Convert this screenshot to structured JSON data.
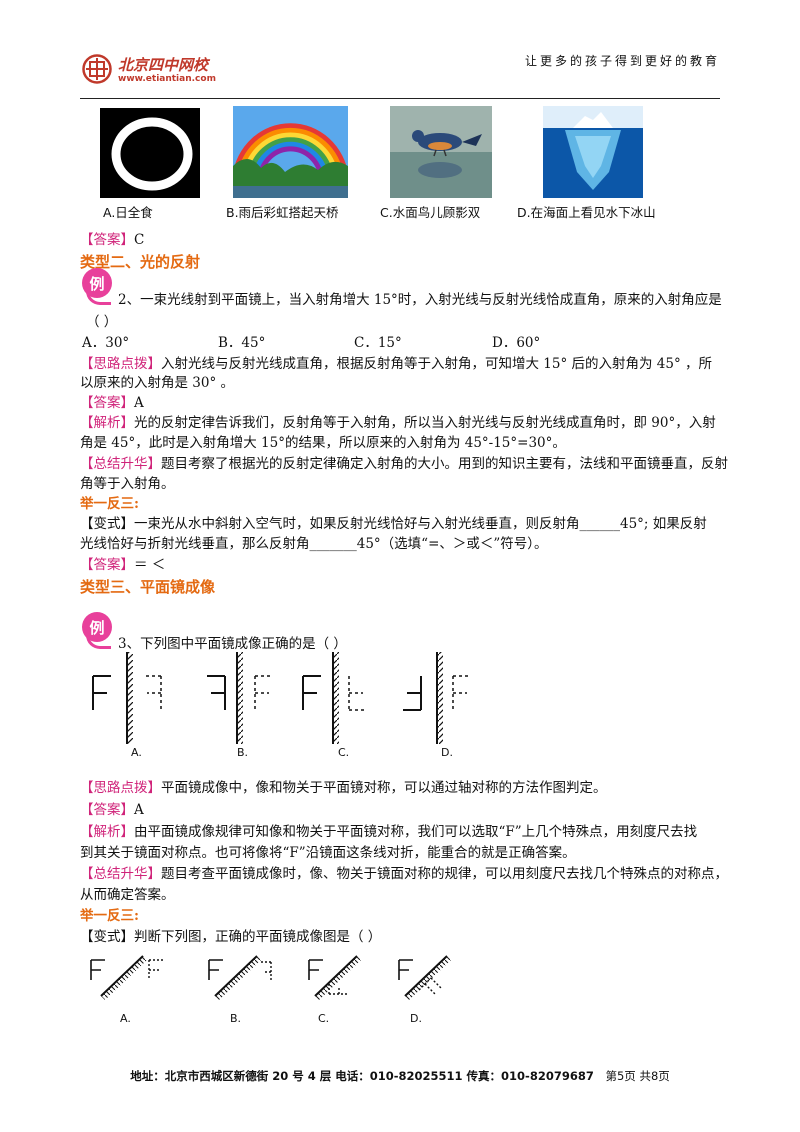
{
  "header": {
    "logo_name": "北京四中网校",
    "logo_url": "www.etiantian.com",
    "slogan": "让更多的孩子得到更好的教育"
  },
  "pictures": {
    "captions": [
      "A.日全食",
      "B.雨后彩虹搭起天桥",
      "C.水面鸟儿顾影双",
      "D.在海面上看见水下冰山"
    ]
  },
  "q1": {
    "answer_tag": "【答案】",
    "answer": "C"
  },
  "type2": {
    "heading": "类型二、光的反射",
    "example_badge": "例",
    "question_line1": "2、一束光线射到平面镜上，当入射角增大 15°时，入射光线与反射光线恰成直角，原来的入射角应是",
    "question_line2": "（      ）",
    "options": [
      "A．30°",
      "B．45°",
      "C．15°",
      "D．60°"
    ],
    "hint_tag": "【思路点拨】",
    "hint_line1": "入射光线与反射光线成直角，根据反射角等于入射角，可知增大 15° 后的入射角为 45° ，所",
    "hint_line2": "以原来的入射角是 30° 。",
    "answer_tag": "【答案】",
    "answer": "A",
    "analysis_tag": "【解析】",
    "analysis_line1": "光的反射定律告诉我们，反射角等于入射角，所以当入射光线与反射光线成直角时，即 90°，入射",
    "analysis_line2": "角是 45°，此时是入射角增大 15°的结果，所以原来的入射角为 45°-15°=30°。",
    "summary_tag": "【总结升华】",
    "summary_line1": "题目考察了根据光的反射定律确定入射角的大小。用到的知识主要有，法线和平面镜垂直，反射",
    "summary_line2": "角等于入射角。",
    "practice_heading": "举一反三:",
    "variant_tag": "【变式】",
    "variant_line1": "一束光从水中斜射入空气时，如果反射光线恰好与入射光线垂直，则反射角______45°; 如果反射",
    "variant_line2": "光线恰好与折射光线垂直，那么反射角_______45°（选填“=、＞或＜”符号）。",
    "variant_answer_tag": "【答案】",
    "variant_answer": "＝  ＜"
  },
  "type3": {
    "heading": "类型三、平面镜成像",
    "example_badge": "例",
    "question": "3、下列图中平面镜成像正确的是（      ）",
    "diagram_labels": [
      "A.",
      "B.",
      "C.",
      "D."
    ],
    "hint_tag": "【思路点拨】",
    "hint": "平面镜成像中，像和物关于平面镜对称，可以通过轴对称的方法作图判定。",
    "answer_tag": "【答案】",
    "answer": "A",
    "analysis_tag": "【解析】",
    "analysis_line1": "由平面镜成像规律可知像和物关于平面镜对称，我们可以选取“F”上几个特殊点，用刻度尺去找",
    "analysis_line2": "到其关于镜面对称点。也可将像将“F”沿镜面这条线对折，能重合的就是正确答案。",
    "summary_tag": "【总结升华】",
    "summary_line1": "题目考查平面镜成像时，像、物关于镜面对称的规律，可以用刻度尺去找几个特殊点的对称点，",
    "summary_line2": "从而确定答案。",
    "practice_heading": "举一反三:",
    "variant_tag": "【变式】",
    "variant": "判断下列图，正确的平面镜成像图是（      ）",
    "variant_labels": [
      "A.",
      "B.",
      "C.",
      "D."
    ]
  },
  "footer": {
    "address": "地址：北京市西城区新德街 20 号 4 层  电话：010-82025511  传真：010-82079687",
    "page": "第5页  共8页"
  }
}
